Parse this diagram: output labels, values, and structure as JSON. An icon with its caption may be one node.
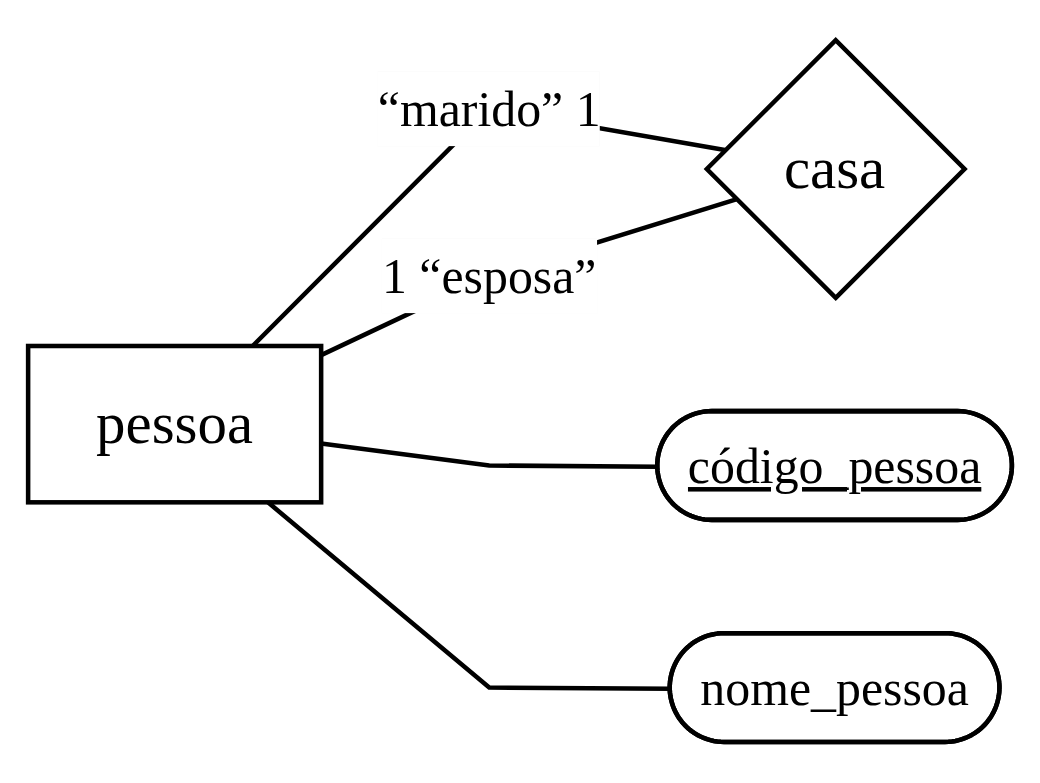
{
  "diagram": {
    "nodes": [
      {
        "text": [
          "pessoa"
        ]
      },
      {
        "text": [
          "casa"
        ]
      },
      {
        "text": [
          "código_pessoa"
        ]
      },
      {
        "text": [
          "nome_pessoa"
        ]
      }
    ],
    "edges": [
      {
        "from": 0,
        "to": 1,
        "arrow": "none",
        "label": "“marido” 1"
      },
      {
        "from": 0,
        "to": 1,
        "arrow": "none",
        "label": "1 “esposa”"
      },
      {
        "from": 0,
        "to": 2,
        "arrow": "none"
      },
      {
        "from": 0,
        "to": 3,
        "arrow": "none"
      }
    ]
  }
}
